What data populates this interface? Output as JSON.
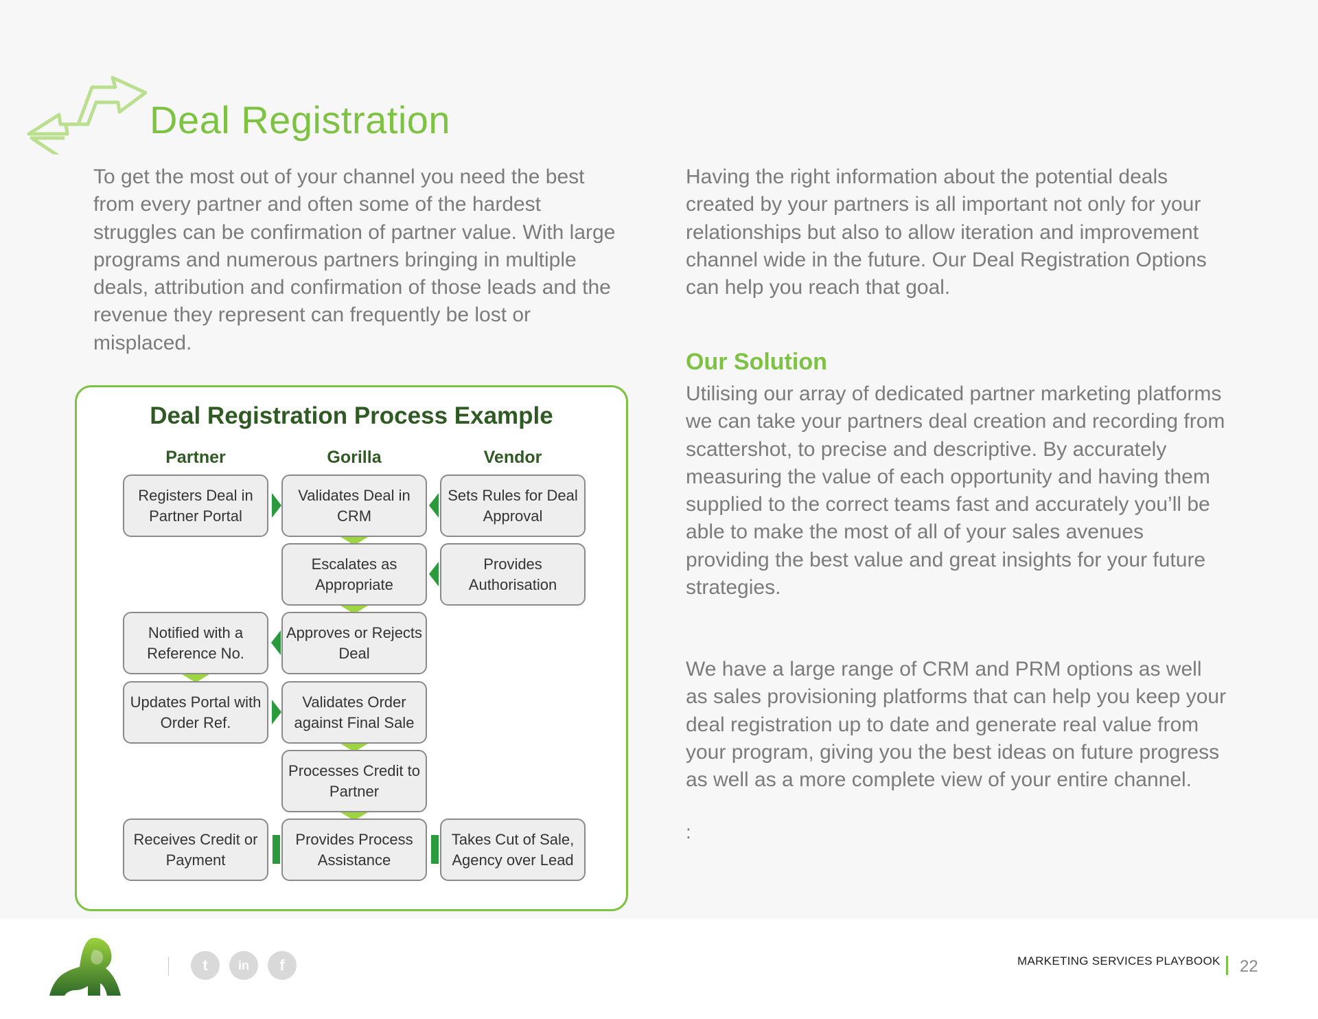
{
  "header": {
    "title": "Deal Registration",
    "icon": "exchange-arrows-icon"
  },
  "left": {
    "paragraph": "To get the most out of your channel you need the best from every partner and often some of the hardest struggles can be confirmation of partner value. With large programs and numerous partners bringing in multiple deals, attribution and confirmation of those leads and the revenue they represent can frequently be lost or misplaced."
  },
  "right": {
    "paragraph1": "Having the right information about the potential deals created by your partners is all important not only for your relationships but also to allow iteration and improvement channel wide in the future. Our Deal Registration Options can help you reach that goal.",
    "solution_heading": "Our Solution",
    "paragraph2": "Utilising our array of dedicated partner marketing platforms we can take your partners deal creation and recording from scattershot, to precise and descriptive. By accurately measuring the value of each opportunity and having them supplied to the correct teams fast and accurately you’ll be able to make the most of all of your sales avenues providing the best value and great insights for your future strategies.",
    "paragraph3": "We have a large range of CRM and PRM options as well as sales provisioning platforms that can help you keep your deal registration up to date and generate real value from your program, giving you the best ideas on future progress as well as a more complete view of your entire channel.",
    "trailing": ":"
  },
  "diagram": {
    "title": "Deal Registration Process Example",
    "columns": [
      "Partner",
      "Gorilla",
      "Vendor"
    ],
    "boxes": {
      "partner_1": "Registers Deal in Partner Portal",
      "gorilla_1": "Validates Deal in CRM",
      "vendor_1": "Sets Rules for Deal Approval",
      "gorilla_2": "Escalates as Appropriate",
      "vendor_2": "Provides Authorisation",
      "partner_3": "Notified with a Reference No.",
      "gorilla_3": "Approves or Rejects Deal",
      "partner_4": "Updates Portal with Order Ref.",
      "gorilla_4": "Validates Order against Final Sale",
      "gorilla_5": "Processes Credit to Partner",
      "partner_6": "Receives Credit or Payment",
      "gorilla_6": "Provides Process Assistance",
      "vendor_6": "Takes Cut of Sale, Agency over Lead"
    },
    "colors": {
      "border": "#7dc242",
      "title": "#2f5a24",
      "connector": "#2a9a3c",
      "down_arrow": "#9dd442"
    }
  },
  "footer": {
    "logo": "gorilla-logo-icon",
    "social": [
      {
        "name": "twitter-icon",
        "glyph": "t"
      },
      {
        "name": "linkedin-icon",
        "glyph": "in"
      },
      {
        "name": "facebook-icon",
        "glyph": "f"
      }
    ],
    "publication": "MARKETING SERVICES PLAYBOOK",
    "page_number": "22"
  }
}
